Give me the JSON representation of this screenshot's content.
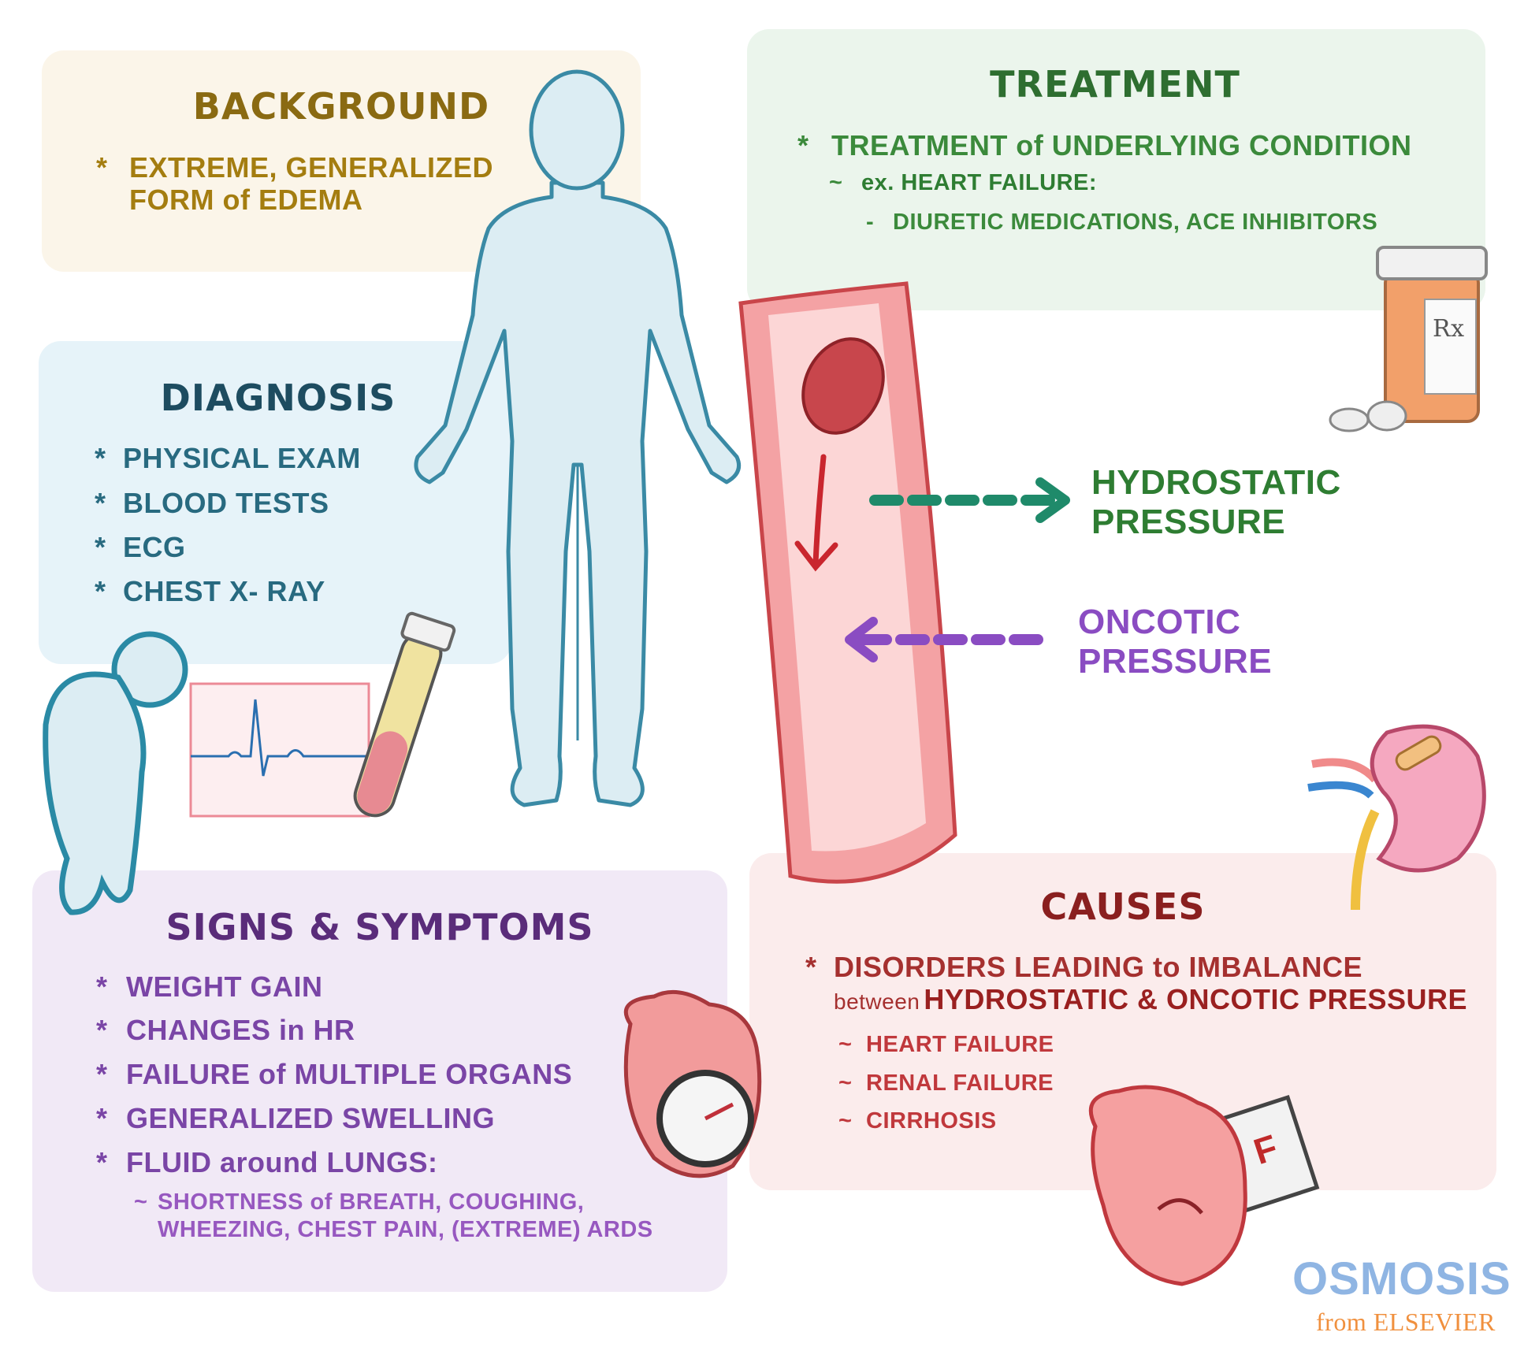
{
  "colors": {
    "background_panel": "#fbf5e9",
    "background_title": "#8a6a12",
    "background_text": "#a47d10",
    "treatment_panel": "#ebf5ec",
    "treatment_title": "#2e6e30",
    "treatment_text": "#3b8a3b",
    "diagnosis_panel": "#e6f3f9",
    "diagnosis_title": "#1d4c60",
    "diagnosis_text": "#286a80",
    "signs_panel": "#f1e9f6",
    "signs_title": "#5a2c7a",
    "signs_text": "#7a45a6",
    "signs_sub": "#9758c0",
    "causes_panel": "#fbecec",
    "causes_title": "#8a1f1f",
    "causes_text": "#a5302f",
    "hydrostatic": "#2e7d32",
    "hydrostatic_arrow": "#1f8a6a",
    "oncotic": "#8a4cc2"
  },
  "background": {
    "title": "BACKGROUND",
    "bullet": "*",
    "lines": [
      "EXTREME, GENERALIZED",
      "FORM of EDEMA"
    ]
  },
  "treatment": {
    "title": "TREATMENT",
    "bullet": "*",
    "main": "TREATMENT of UNDERLYING CONDITION",
    "sub_marker": "~",
    "sub": "ex. HEART FAILURE:",
    "dash": "-",
    "detail": "DIURETIC MEDICATIONS, ACE INHIBITORS"
  },
  "diagnosis": {
    "title": "DIAGNOSIS",
    "bullet": "*",
    "items": [
      "PHYSICAL EXAM",
      "BLOOD TESTS",
      "ECG",
      "CHEST X- RAY"
    ]
  },
  "signs": {
    "title": "SIGNS & SYMPTOMS",
    "bullet": "*",
    "items": [
      "WEIGHT GAIN",
      "CHANGES in HR",
      "FAILURE of MULTIPLE ORGANS",
      "GENERALIZED SWELLING",
      "FLUID around LUNGS:"
    ],
    "sub_marker": "~",
    "sub_lines": [
      "SHORTNESS of BREATH, COUGHING,",
      "WHEEZING, CHEST PAIN, (EXTREME) ARDS"
    ]
  },
  "causes": {
    "title": "CAUSES",
    "bullet": "*",
    "line1": "DISORDERS LEADING to IMBALANCE",
    "line2_prefix": "between",
    "line2_bold": "HYDROSTATIC & ONCOTIC PRESSURE",
    "sub_marker": "~",
    "items": [
      "HEART FAILURE",
      "RENAL FAILURE",
      "CIRRHOSIS"
    ]
  },
  "pressures": {
    "hydrostatic": [
      "HYDROSTATIC",
      "PRESSURE"
    ],
    "oncotic": [
      "ONCOTIC",
      "PRESSURE"
    ]
  },
  "prescription_label": "Rx",
  "report_grade": "F",
  "logo": {
    "name": "OSMOSIS",
    "sub": "from ELSEVIER"
  }
}
